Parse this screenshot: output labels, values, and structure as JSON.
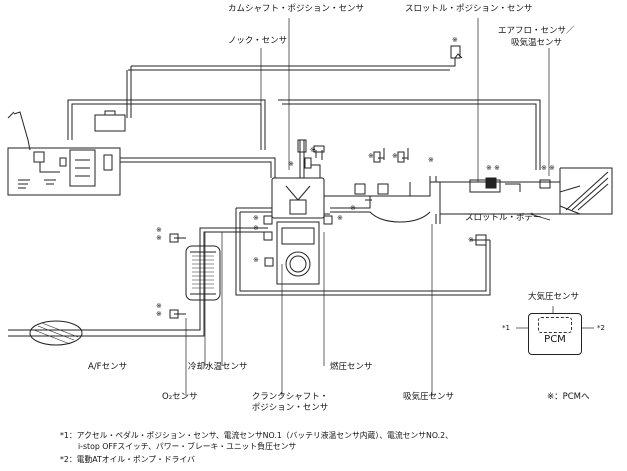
{
  "labels": {
    "cam_sensor": "カムシャフト・ポジション・センサ",
    "throttle_sensor": "スロットル・ポジション・センサ",
    "airflow_sensor_l1": "エアフロ・センサ／",
    "airflow_sensor_l2": "吸気温センサ",
    "knock_sensor": "ノック・センサ",
    "throttle_body": "スロットル・ボデー",
    "baro_sensor": "大気圧センサ",
    "af_sensor": "A/Fセンサ",
    "coolant_sensor": "冷却水温センサ",
    "fuel_pressure_sensor": "燃圧センサ",
    "intake_pressure_sensor": "吸気圧センサ",
    "o2_sensor": "O₂センサ",
    "crank_sensor_l1": "クランクシャフト・",
    "crank_sensor_l2": "ポジション・センサ",
    "pcm_note": "※：PCMへ",
    "pcm": "PCM",
    "pcm_ref1": "*1",
    "pcm_ref2": "*2"
  },
  "footnotes": {
    "note1_line1": "*1：アクセル・ペダル・ポジション・センサ、電流センサNO.1（バッテリ液温センサ内蔵）、電流センサNO.2、",
    "note1_line2": "i-stop OFFスイッチ、パワー・ブレーキ・ユニット負圧センサ",
    "note2": "*2：電動ATオイル・ポンプ・ドライバ"
  },
  "markers": {
    "star": "※"
  },
  "colors": {
    "line": "#222222",
    "background": "#ffffff"
  }
}
